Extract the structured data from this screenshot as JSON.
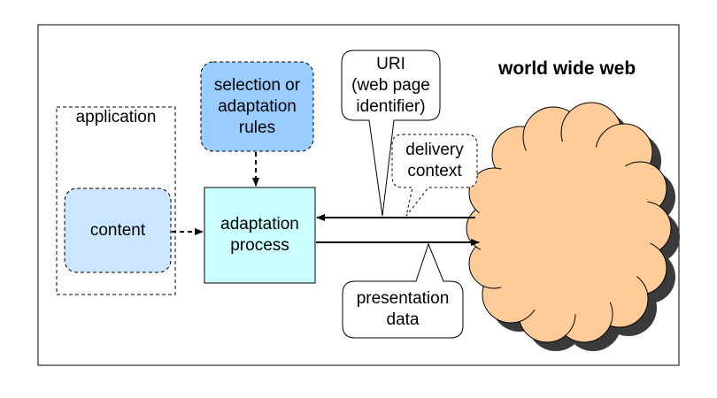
{
  "diagram": {
    "title": "world wide web",
    "application_label": "application",
    "content_label": "content",
    "rules_label": "selection or\nadaptation\nrules",
    "process_label": "adaptation\nprocess",
    "uri_callout": "URI\n(web page\nidentifier)",
    "delivery_context_callout": "delivery\ncontext",
    "presentation_data_callout": "presentation\ndata",
    "colors": {
      "rules_fill": "#99ccff",
      "content_fill": "#cce6ff",
      "process_fill": "#ccffff",
      "cloud_fill": "#ffcc99",
      "cloud_shadow": "#3a3a3a"
    }
  }
}
